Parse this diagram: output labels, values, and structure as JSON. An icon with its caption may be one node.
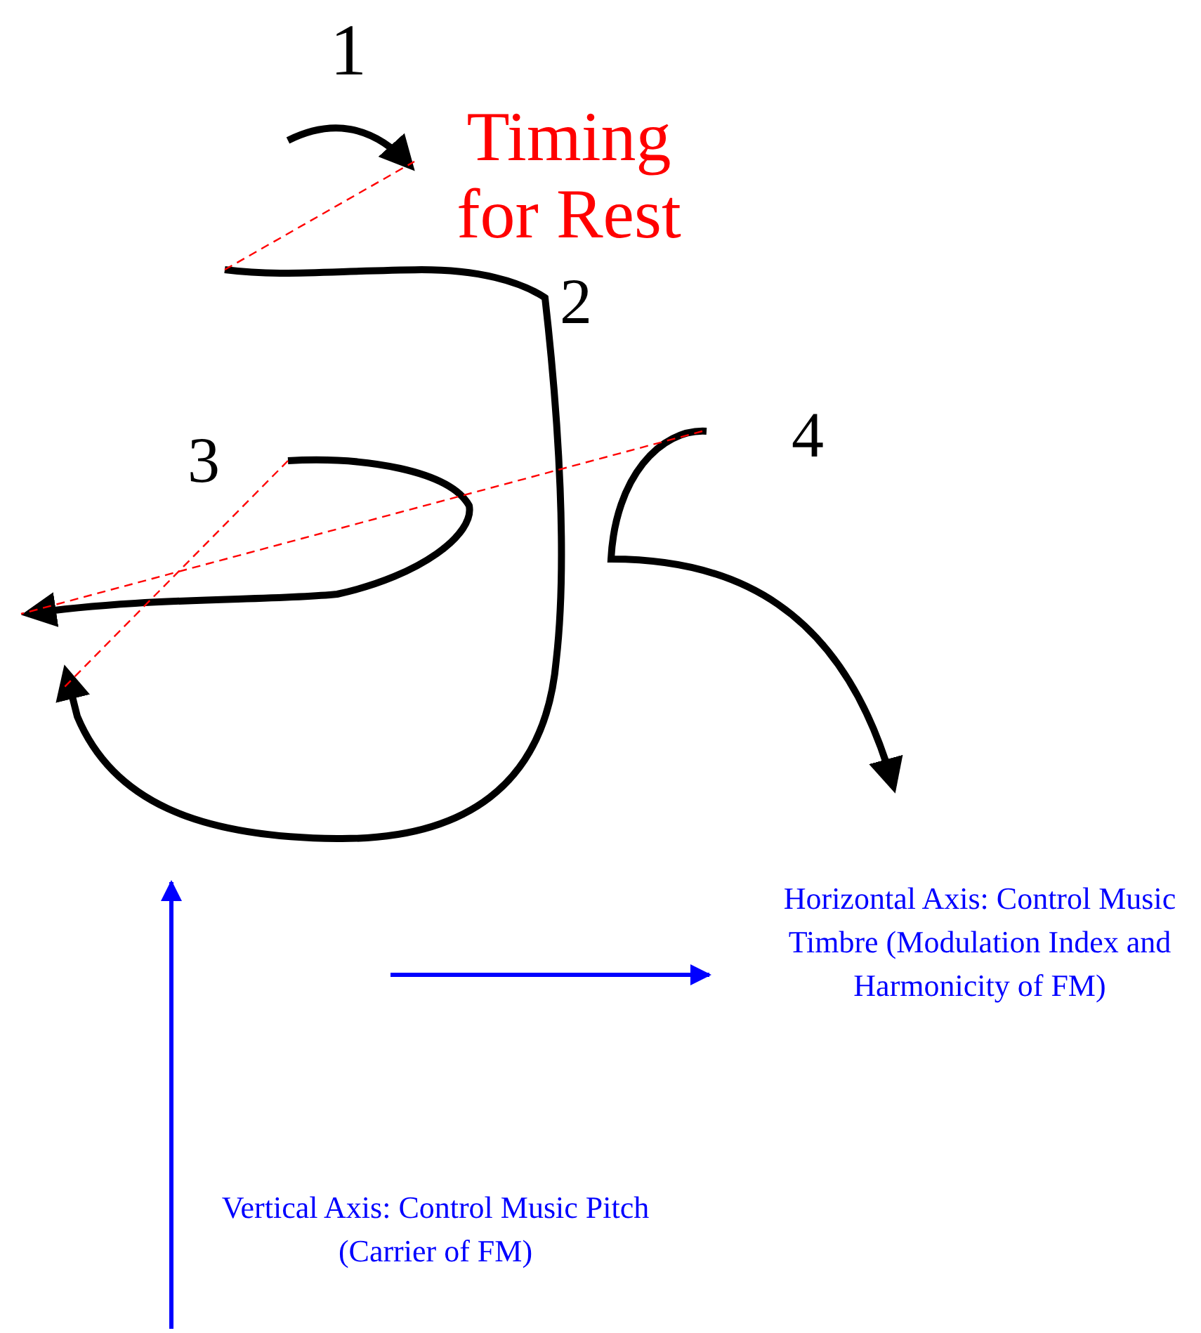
{
  "diagram": {
    "labels": [
      "1",
      "Timing for Rest",
      "2",
      "3",
      "4",
      "Horizontal Axis: Control Music Timbre (Modulation Index and Harmonicity of FM)",
      "Vertical Axis: Control Music Pitch (Carrier of FM)"
    ]
  }
}
